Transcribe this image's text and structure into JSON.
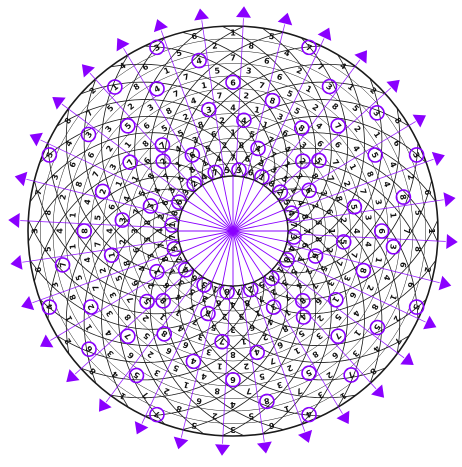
{
  "puzzle": {
    "name": "",
    "rings": 12,
    "sectors": 32,
    "digits": [
      [
        3,
        4,
        8,
        1,
        6,
        5,
        2,
        7,
        8,
        1,
        3,
        6,
        4,
        2,
        5,
        7,
        1,
        8,
        6,
        3,
        2,
        4,
        7,
        5,
        3,
        6,
        1,
        8,
        2,
        5,
        4,
        7
      ],
      [
        6,
        1,
        5,
        3,
        2,
        7,
        8,
        4,
        6,
        2,
        5,
        3,
        1,
        8,
        7,
        4,
        2,
        6,
        3,
        5,
        8,
        1,
        4,
        7,
        6,
        2,
        3,
        5,
        1,
        4,
        8,
        7
      ],
      [
        8,
        6,
        2,
        4,
        7,
        3,
        1,
        5,
        2,
        8,
        7,
        4,
        6,
        1,
        3,
        5,
        8,
        3,
        4,
        7,
        1,
        6,
        5,
        2,
        8,
        4,
        7,
        1,
        3,
        6,
        2,
        5
      ],
      [
        2,
        5,
        7,
        8,
        1,
        4,
        6,
        3,
        5,
        7,
        1,
        8,
        2,
        4,
        6,
        3,
        7,
        5,
        8,
        2,
        4,
        3,
        6,
        1,
        5,
        7,
        4,
        2,
        8,
        3,
        6,
        1
      ],
      [
        5,
        7,
        3,
        6,
        4,
        8,
        2,
        1,
        7,
        3,
        4,
        1,
        5,
        6,
        8,
        2,
        3,
        4,
        1,
        6,
        7,
        5,
        8,
        2,
        4,
        1,
        6,
        3,
        5,
        7,
        8,
        2
      ],
      [
        7,
        3,
        1,
        2,
        5,
        6,
        4,
        8,
        3,
        6,
        8,
        2,
        7,
        5,
        1,
        4,
        6,
        1,
        7,
        8,
        5,
        2,
        3,
        4,
        1,
        3,
        8,
        6,
        7,
        2,
        5,
        4
      ],
      [
        4,
        8,
        6,
        5,
        3,
        1,
        7,
        2,
        1,
        4,
        6,
        5,
        8,
        3,
        2,
        7,
        5,
        2,
        3,
        1,
        6,
        8,
        4,
        7,
        2,
        8,
        5,
        4,
        6,
        1,
        7,
        3
      ],
      [
        1,
        2,
        4,
        7,
        8,
        2,
        5,
        6,
        4,
        5,
        2,
        7,
        3,
        7,
        4,
        8,
        4,
        7,
        2,
        5,
        3,
        7,
        1,
        6,
        7,
        5,
        2,
        7,
        4,
        8,
        3,
        6
      ],
      [
        3,
        4,
        8,
        1,
        6,
        5,
        3,
        7,
        8,
        1,
        3,
        6,
        4,
        2,
        5,
        1,
        1,
        8,
        6,
        3,
        2,
        4,
        7,
        5,
        3,
        6,
        1,
        8,
        2,
        5,
        4,
        1
      ],
      [
        6,
        1,
        5,
        3,
        2,
        7,
        8,
        4,
        6,
        2,
        5,
        3,
        1,
        8,
        7,
        4,
        2,
        6,
        3,
        5,
        8,
        1,
        4,
        7,
        6,
        2,
        3,
        5,
        1,
        4,
        8,
        7
      ],
      [
        8,
        6,
        2,
        4,
        7,
        3,
        1,
        5,
        2,
        8,
        7,
        4,
        6,
        1,
        3,
        5,
        8,
        3,
        4,
        7,
        1,
        6,
        5,
        2,
        8,
        4,
        7,
        1,
        3,
        6,
        2,
        5
      ],
      [
        2,
        5,
        7,
        8,
        1,
        4,
        6,
        3,
        5,
        7,
        1,
        8,
        2,
        4,
        6,
        3,
        7,
        5,
        8,
        2,
        4,
        3,
        6,
        1,
        5,
        7,
        4,
        2,
        8,
        3,
        6,
        1
      ]
    ],
    "clue_cells": [
      [
        0,
        0
      ],
      [
        0,
        2
      ],
      [
        0,
        4
      ],
      [
        0,
        6
      ],
      [
        0,
        8
      ],
      [
        0,
        10
      ],
      [
        0,
        12
      ],
      [
        0,
        14
      ],
      [
        0,
        16
      ],
      [
        0,
        18
      ],
      [
        0,
        20
      ],
      [
        0,
        22
      ],
      [
        0,
        24
      ],
      [
        0,
        26
      ],
      [
        0,
        28
      ],
      [
        0,
        30
      ],
      [
        2,
        1
      ],
      [
        2,
        5
      ],
      [
        2,
        9
      ],
      [
        2,
        13
      ],
      [
        2,
        17
      ],
      [
        2,
        21
      ],
      [
        2,
        25
      ],
      [
        2,
        29
      ],
      [
        3,
        3
      ],
      [
        3,
        11
      ],
      [
        3,
        19
      ],
      [
        3,
        27
      ],
      [
        4,
        0
      ],
      [
        4,
        4
      ],
      [
        4,
        8
      ],
      [
        4,
        12
      ],
      [
        4,
        16
      ],
      [
        4,
        20
      ],
      [
        4,
        24
      ],
      [
        4,
        28
      ],
      [
        5,
        2
      ],
      [
        5,
        6
      ],
      [
        5,
        10
      ],
      [
        5,
        14
      ],
      [
        5,
        18
      ],
      [
        5,
        22
      ],
      [
        5,
        26
      ],
      [
        5,
        30
      ],
      [
        6,
        1
      ],
      [
        6,
        9
      ],
      [
        6,
        17
      ],
      [
        6,
        25
      ],
      [
        7,
        3
      ],
      [
        7,
        7
      ],
      [
        7,
        11
      ],
      [
        7,
        15
      ],
      [
        7,
        19
      ],
      [
        7,
        23
      ],
      [
        7,
        27
      ],
      [
        7,
        31
      ],
      [
        8,
        0
      ],
      [
        8,
        5
      ],
      [
        8,
        13
      ],
      [
        8,
        21
      ],
      [
        8,
        29
      ],
      [
        9,
        2
      ],
      [
        9,
        6
      ],
      [
        9,
        10
      ],
      [
        9,
        14
      ],
      [
        9,
        18
      ],
      [
        9,
        22
      ],
      [
        9,
        26
      ],
      [
        9,
        30
      ],
      [
        10,
        4
      ],
      [
        10,
        12
      ],
      [
        10,
        20
      ],
      [
        10,
        28
      ],
      [
        11,
        1
      ],
      [
        11,
        5
      ],
      [
        11,
        9
      ],
      [
        11,
        13
      ],
      [
        11,
        17
      ],
      [
        11,
        21
      ],
      [
        11,
        25
      ],
      [
        11,
        29
      ]
    ],
    "colors": {
      "grid": "#1a1a1a",
      "accent": "#8a00ff",
      "background": "#ffffff"
    },
    "icons": {
      "arrow": "arrowhead-icon",
      "hub": "hub-spokes-icon"
    }
  }
}
